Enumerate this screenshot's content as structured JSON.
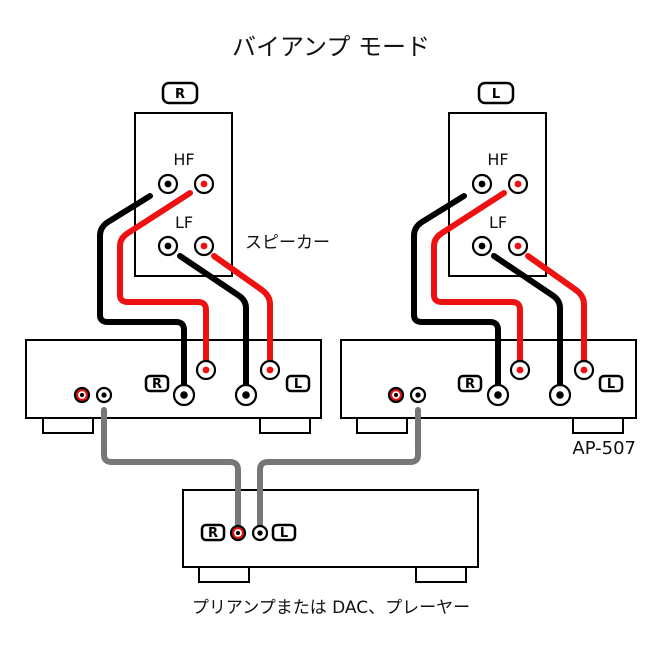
{
  "title": "バイアンプ モード",
  "colors": {
    "positive": "#ee1111",
    "negative": "#000000",
    "interconnect": "#777777",
    "outline": "#000000"
  },
  "speakers": [
    {
      "channel_label": "R",
      "hf_label": "HF",
      "lf_label": "LF"
    },
    {
      "channel_label": "L",
      "hf_label": "HF",
      "lf_label": "LF"
    }
  ],
  "speaker_label": "スピーカー",
  "amplifiers": [
    {
      "left_terminal_label": "R",
      "right_terminal_label": "L"
    },
    {
      "left_terminal_label": "R",
      "right_terminal_label": "L"
    }
  ],
  "amplifier_model": "AP-507",
  "source": {
    "r_label": "R",
    "l_label": "L",
    "caption": "プリアンプまたは DAC、プレーヤー"
  }
}
